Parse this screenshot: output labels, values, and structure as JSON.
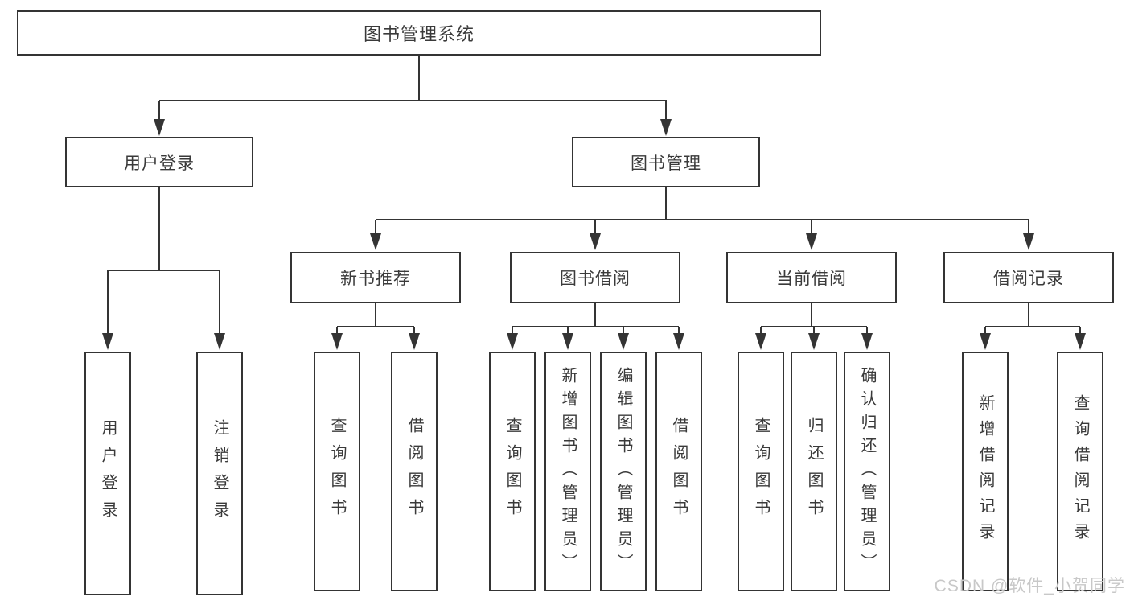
{
  "tree": {
    "root": "图书管理系统",
    "user_login": {
      "label": "用户登录",
      "children": [
        "用户登录",
        "注销登录"
      ]
    },
    "book_management": {
      "label": "图书管理",
      "sections": [
        {
          "label": "新书推荐",
          "children": [
            "查询图书",
            "借阅图书"
          ]
        },
        {
          "label": "图书借阅",
          "children": [
            "查询图书",
            "新增图书（管理员）",
            "编辑图书（管理员）",
            "借阅图书"
          ]
        },
        {
          "label": "当前借阅",
          "children": [
            "查询图书",
            "归还图书",
            "确认归还（管理员）"
          ]
        },
        {
          "label": "借阅记录",
          "children": [
            "新增借阅记录",
            "查询借阅记录"
          ]
        }
      ]
    }
  },
  "watermark": "CSDN @软件_小贺同学",
  "colors": {
    "line": "#343434",
    "text": "#3a3a3a",
    "watermark": "#c8c8c8",
    "background": "#ffffff"
  }
}
